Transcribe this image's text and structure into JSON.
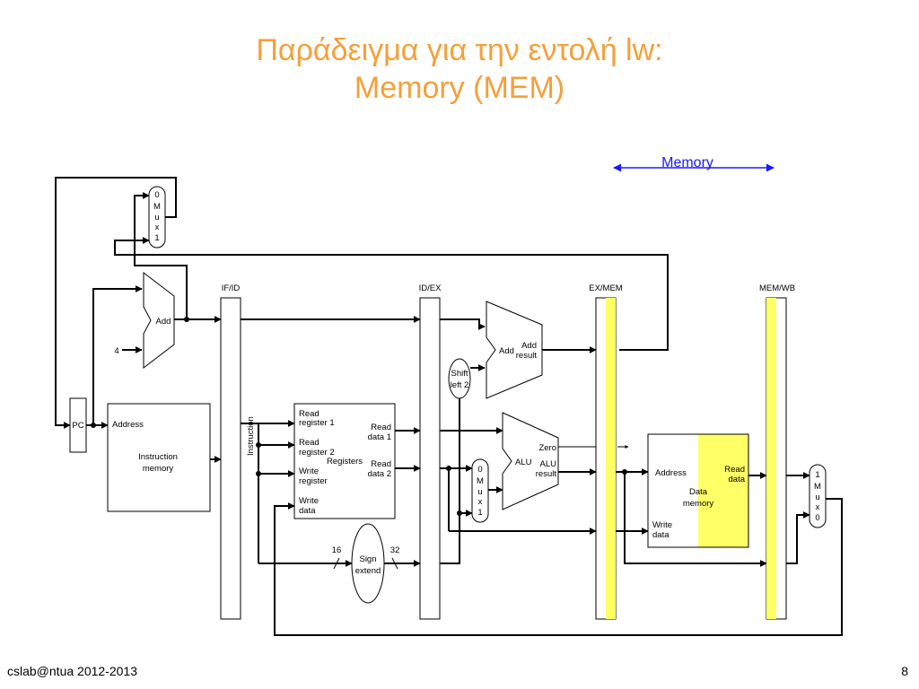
{
  "slide": {
    "title_line1": "Παράδειγμα για την εντολή lw:",
    "title_line2": "Memory (MEM)",
    "footer_left": "cslab@ntua 2012-2013",
    "page_number": "8"
  },
  "stage_indicator": {
    "label": "Memory",
    "color": "#1a1aff"
  },
  "pipeline_registers": [
    "IF/ID",
    "ID/EX",
    "EX/MEM",
    "MEM/WB"
  ],
  "highlight_color": "#ffff66",
  "components": {
    "pc": "PC",
    "adder_if": "Add",
    "constant_four": "4",
    "instruction_memory": {
      "address": "Address",
      "name_line1": "Instruction",
      "name_line2": "memory"
    },
    "instruction_label": "Instruction",
    "mux_top": [
      "0",
      "M",
      "u",
      "x",
      "1"
    ],
    "registers": {
      "read_register_1": [
        "Read",
        "register 1"
      ],
      "read_register_2": [
        "Read",
        "register 2"
      ],
      "write_register": [
        "Write",
        "register"
      ],
      "write_data": [
        "Write",
        "data"
      ],
      "read_data_1": [
        "Read",
        "data 1"
      ],
      "read_data_2": [
        "Read",
        "data 2"
      ],
      "name": "Registers"
    },
    "shift_left": [
      "Shift",
      "left 2"
    ],
    "adder_ex": {
      "name": "Add",
      "result": [
        "Add",
        "result"
      ]
    },
    "mux_alu": [
      "0",
      "M",
      "u",
      "x",
      "1"
    ],
    "alu": {
      "name": "ALU",
      "zero": "Zero",
      "result": [
        "ALU",
        "result"
      ]
    },
    "sign_extend": {
      "name": [
        "Sign",
        "extend"
      ],
      "in_width": "16",
      "out_width": "32"
    },
    "data_memory": {
      "address": "Address",
      "read_data": [
        "Read",
        "data"
      ],
      "name": [
        "Data",
        "memory"
      ],
      "write_data": [
        "Write",
        "data"
      ]
    },
    "mux_wb": [
      "1",
      "M",
      "u",
      "x",
      "0"
    ]
  }
}
